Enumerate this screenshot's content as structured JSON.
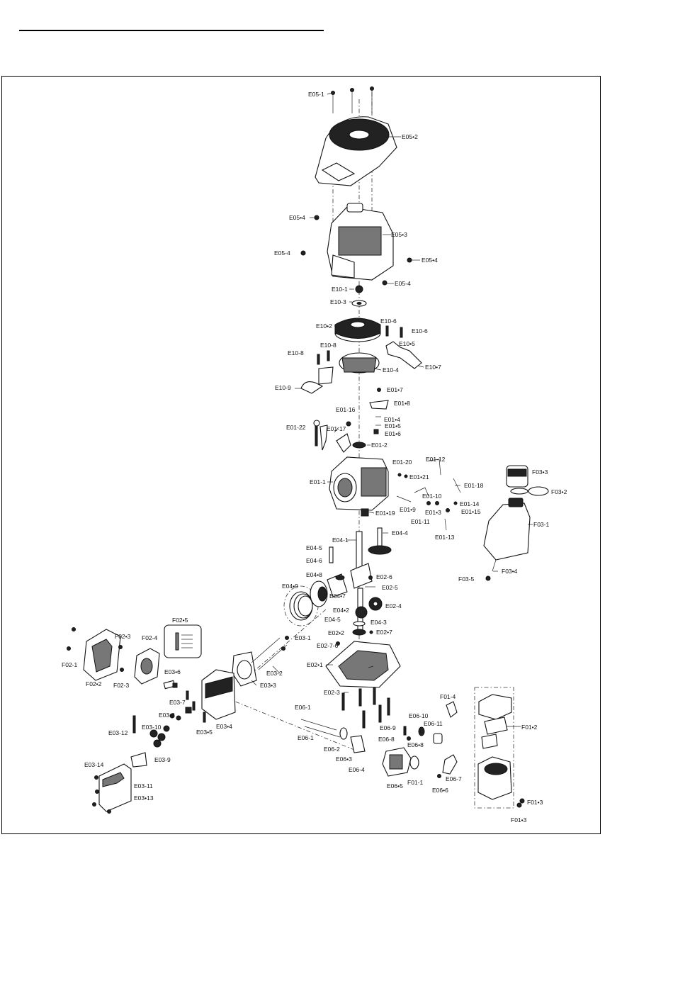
{
  "parts": {
    "E05_1": "E05-1",
    "E05_2": "E05•2",
    "E05_3": "E05•3",
    "E05_4a": "E05•4",
    "E05_4b": "E05-4",
    "E05_4c": "E05•4",
    "E05_4d": "E05-4",
    "E10_1": "E10-1",
    "E10_3": "E10-3",
    "E10_2": "E10•2",
    "E10_6a": "E10-6",
    "E10_6b": "E10-6",
    "E10_5": "E10•5",
    "E10_8a": "E10-8",
    "E10_8b": "E10-8",
    "E10_4": "E10-4",
    "E10_7": "E10•7",
    "E10_9": "E10-9",
    "E01_7": "E01•7",
    "E01_8": "E01•8",
    "E01_16": "E01-16",
    "E01_4": "E01•4",
    "E01_22": "E01-22",
    "E01_5": "E01•5",
    "E01_6": "E01•6",
    "E01_17": "E01-17",
    "E01_2": "E01-2",
    "E01_12": "E01-12",
    "E01_20": "E01-20",
    "E01_21": "E01•21",
    "E01_1": "E01-1",
    "E01_18": "E01-18",
    "E01_10": "E01-10",
    "E01_14": "E01-14",
    "E01_19": "E01•19",
    "E01_9": "E01•9",
    "E01_3": "E01•3",
    "E01_15": "E01•15",
    "E01_11": "E01-11",
    "E01_13": "E01-13",
    "F03_3": "F03•3",
    "F03_2": "F03•2",
    "F03_1": "F03-1",
    "F03_4": "F03•4",
    "F03_5": "F03-5",
    "E04_1": "E04-1",
    "E04_4": "E04-4",
    "E04_5a": "E04-5",
    "E04_6": "E04-6",
    "E04_8": "E04•8",
    "E02_6": "E02-6",
    "E04_9": "E04•9",
    "E02_5": "E02-5",
    "E04_7": "E04•7",
    "E02_4": "E02-4",
    "E04_2": "E04•2",
    "E04_5b": "E04-5",
    "E04_3": "E04-3",
    "E02_2": "E02•2",
    "E02_7": "E02•7",
    "E02_7_6": "E02-7-6",
    "E02_1": "E02•1",
    "E02_3": "E02-3",
    "F02_5": "F02•5",
    "F02_3a": "F02•3",
    "F02_4": "F02-4",
    "F02_1": "F02-1",
    "F02_2": "F02•2",
    "F02_3b": "F02-3",
    "E03_1": "E03-1",
    "E03_6": "E03•6",
    "E03_2": "E03-2",
    "E03_3": "E03•3",
    "E03_7": "E03-7",
    "E03_8": "E03-8",
    "E03_12": "E03-12",
    "E03_10": "E03-10",
    "E03_5": "E03•5",
    "E03_4": "E03•4",
    "E03_9": "E03-9",
    "E03_14": "E03-14",
    "E03_11": "E03-11",
    "E03_13": "E03•13",
    "E06_1a": "E06-1",
    "E06_1b": "E06-1",
    "E06_10": "E06-10",
    "E06_11": "E06-11",
    "E06_9": "E06-9",
    "E06_8a": "E06-8",
    "E06_8b": "E06•8",
    "E06_2": "E06-2",
    "E06_3": "E06•3",
    "E06_4": "E06-4",
    "E06_5": "E06•5",
    "F01_1": "F01-1",
    "E06_6": "E06•6",
    "E06_7": "E06-7",
    "F01_4": "F01-4",
    "F01_2": "F01•2",
    "F01_3a": "F01•3",
    "F01_3b": "F01•3"
  }
}
